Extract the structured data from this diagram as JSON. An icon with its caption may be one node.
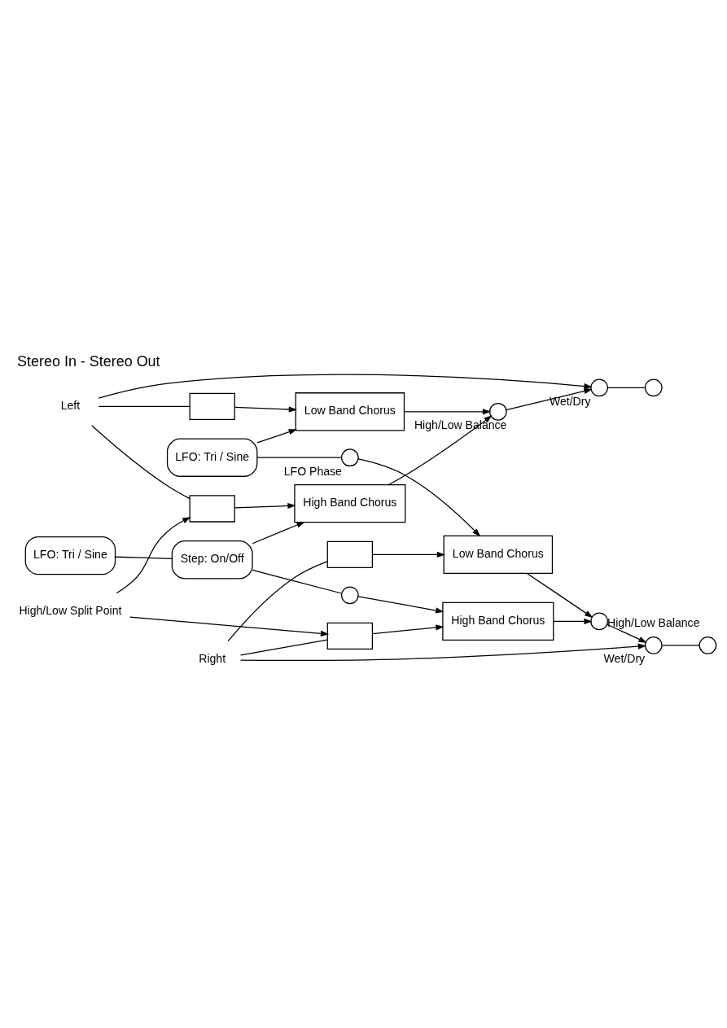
{
  "diagram": {
    "title": "Stereo In - Stereo Out",
    "nodes": [
      {
        "text": [
          "Left"
        ]
      },
      {
        "text": [],
        "shape": "box"
      },
      {
        "text": [],
        "shape": "box"
      },
      {
        "text": [
          "Low Band Chorus"
        ]
      },
      {
        "text": [
          "High Band Chorus"
        ]
      },
      {
        "text": [],
        "shape": "circle",
        "beside": [
          "High/Low Balance"
        ]
      },
      {
        "text": [],
        "shape": "circle",
        "beside": [
          "Wet/Dry"
        ]
      },
      {
        "text": [],
        "shape": "circle"
      },
      {
        "text": [
          "High/Low Split Point"
        ]
      },
      {
        "text": [],
        "shape": "box"
      },
      {
        "text": [],
        "shape": "box"
      },
      {
        "text": [
          "High Band Chorus"
        ]
      },
      {
        "text": [
          "Low Band Chorus"
        ]
      },
      {
        "text": [],
        "shape": "circle",
        "beside": [
          "High/Low Balance"
        ]
      },
      {
        "text": [],
        "shape": "circle",
        "beside": [
          "Wet/Dry"
        ]
      },
      {
        "text": [],
        "shape": "circle"
      },
      {
        "text": [
          "Right"
        ]
      },
      {
        "text": [
          "LFO: Tri / Sine"
        ]
      },
      {
        "text": [
          "Step: On/Off"
        ]
      },
      {
        "text": [
          "LFO: Tri / Sine"
        ]
      },
      {
        "text": [],
        "shape": "circle"
      },
      {
        "text": [],
        "shape": "circle",
        "beside": [
          "LFO Phase"
        ]
      }
    ],
    "edges": [
      {
        "from": 0,
        "to": 6,
        "arrow": "to"
      },
      {
        "from": 0,
        "to": 1,
        "arrow": "none"
      },
      {
        "from": 0,
        "to": 2,
        "arrow": "none"
      },
      {
        "from": 1,
        "to": 3,
        "arrow": "to"
      },
      {
        "from": 2,
        "to": 4,
        "arrow": "to"
      },
      {
        "from": 3,
        "to": 5,
        "arrow": "to"
      },
      {
        "from": 4,
        "to": 5,
        "arrow": "to"
      },
      {
        "from": 5,
        "to": 6,
        "arrow": "to"
      },
      {
        "from": 6,
        "to": 7,
        "arrow": "none"
      },
      {
        "from": 8,
        "to": 2,
        "arrow": "to"
      },
      {
        "from": 8,
        "to": 9,
        "arrow": "to"
      },
      {
        "from": 16,
        "to": 9,
        "arrow": "none"
      },
      {
        "from": 16,
        "to": 10,
        "arrow": "none"
      },
      {
        "from": 9,
        "to": 11,
        "arrow": "to"
      },
      {
        "from": 10,
        "to": 12,
        "arrow": "to"
      },
      {
        "from": 11,
        "to": 13,
        "arrow": "to"
      },
      {
        "from": 12,
        "to": 13,
        "arrow": "to"
      },
      {
        "from": 13,
        "to": 14,
        "arrow": "to"
      },
      {
        "from": 16,
        "to": 14,
        "arrow": "to"
      },
      {
        "from": 14,
        "to": 15,
        "arrow": "none"
      },
      {
        "from": 17,
        "to": 18,
        "arrow": "none"
      },
      {
        "from": 18,
        "to": 4,
        "arrow": "to"
      },
      {
        "from": 18,
        "to": 20,
        "arrow": "none"
      },
      {
        "from": 20,
        "to": 11,
        "arrow": "to"
      },
      {
        "from": 19,
        "to": 3,
        "arrow": "to"
      },
      {
        "from": 19,
        "to": 21,
        "arrow": "none"
      },
      {
        "from": 21,
        "to": 12,
        "arrow": "to"
      }
    ]
  }
}
